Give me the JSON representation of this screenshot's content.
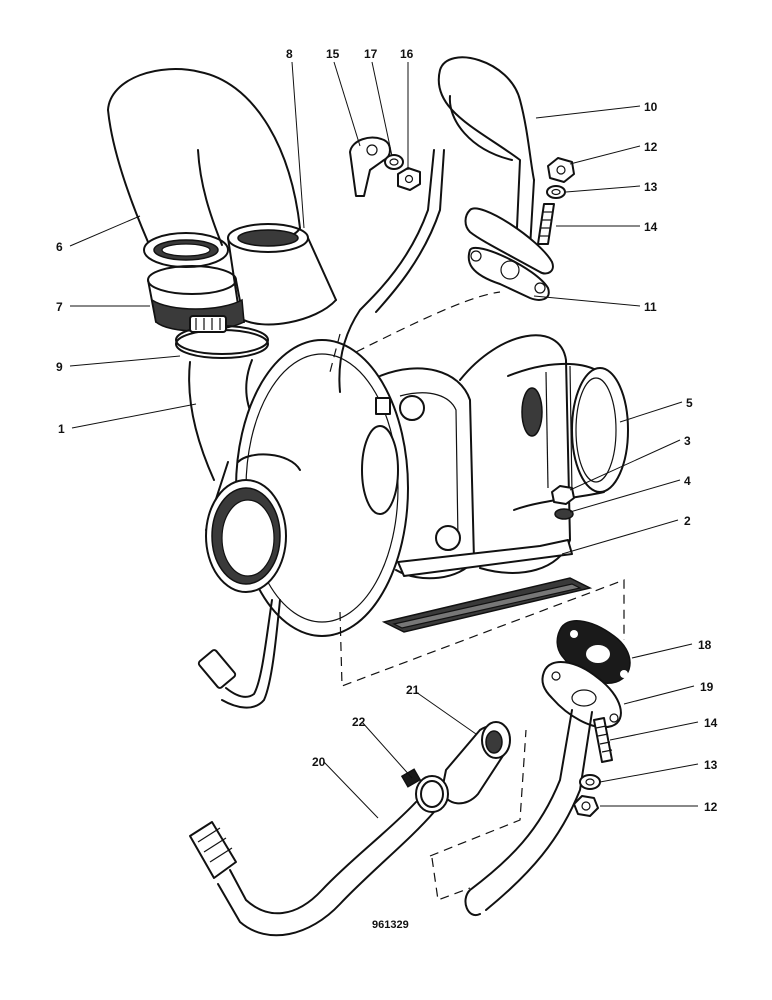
{
  "reference_number": "961329",
  "callouts": [
    {
      "id": "c1",
      "label": "1"
    },
    {
      "id": "c2",
      "label": "2"
    },
    {
      "id": "c3",
      "label": "3"
    },
    {
      "id": "c4",
      "label": "4"
    },
    {
      "id": "c5",
      "label": "5"
    },
    {
      "id": "c6",
      "label": "6"
    },
    {
      "id": "c7",
      "label": "7"
    },
    {
      "id": "c8",
      "label": "8"
    },
    {
      "id": "c9",
      "label": "9"
    },
    {
      "id": "c10",
      "label": "10"
    },
    {
      "id": "c11",
      "label": "11"
    },
    {
      "id": "c12a",
      "label": "12"
    },
    {
      "id": "c12b",
      "label": "12"
    },
    {
      "id": "c13a",
      "label": "13"
    },
    {
      "id": "c13b",
      "label": "13"
    },
    {
      "id": "c14a",
      "label": "14"
    },
    {
      "id": "c14b",
      "label": "14"
    },
    {
      "id": "c15",
      "label": "15"
    },
    {
      "id": "c16",
      "label": "16"
    },
    {
      "id": "c17",
      "label": "17"
    },
    {
      "id": "c18",
      "label": "18"
    },
    {
      "id": "c19",
      "label": "19"
    },
    {
      "id": "c20",
      "label": "20"
    },
    {
      "id": "c21",
      "label": "21"
    },
    {
      "id": "c22",
      "label": "22"
    }
  ]
}
